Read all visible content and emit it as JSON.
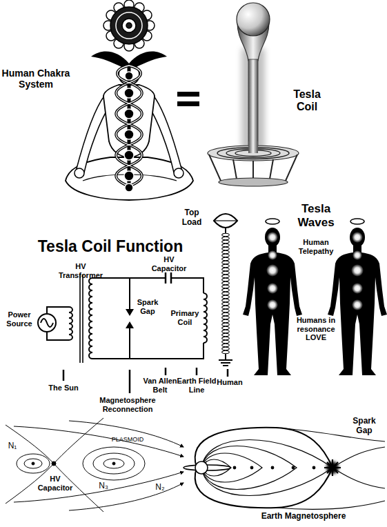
{
  "diagram": {
    "labels": [
      "Human Chakra System",
      "Tesla Coil",
      "Top Load",
      "Tesla Waves",
      "Tesla Coil Function",
      "Human Telepathy",
      "HV Transformer",
      "HV Capacitor",
      "Spark Gap",
      "Power Source",
      "Primary Coil",
      "Humans in resonance LOVE",
      "The Sun",
      "Magnetosphere Reconnection",
      "Van Allen Belt",
      "Earth Field Line",
      "Human",
      "N₁",
      "PLASMOID",
      "N₃",
      "N₂",
      "HV Capacitor",
      "Spark Gap",
      "Earth Magnetosphere"
    ]
  }
}
